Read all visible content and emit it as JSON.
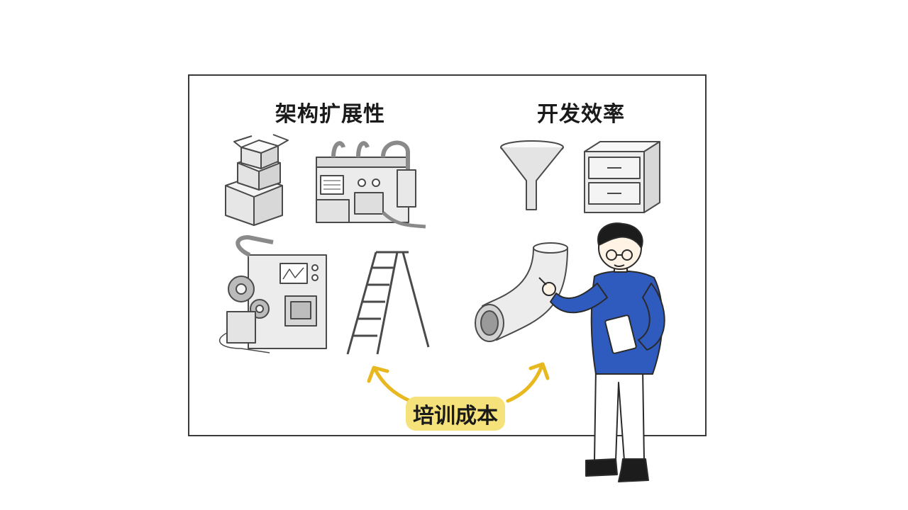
{
  "left_heading": "架构扩展性",
  "right_heading": "开发效率",
  "bottom_label": "培训成本",
  "colors": {
    "highlight": "#f6e27a",
    "arrow": "#e7b820",
    "sweater": "#2f5bbf",
    "ink": "#3a3a3a"
  },
  "icons": [
    "boxes-icon",
    "machine-icon",
    "gear-machine-icon",
    "ladder-icon",
    "funnel-icon",
    "drawer-cabinet-icon",
    "pipe-elbow-icon",
    "presenter-person-icon"
  ]
}
